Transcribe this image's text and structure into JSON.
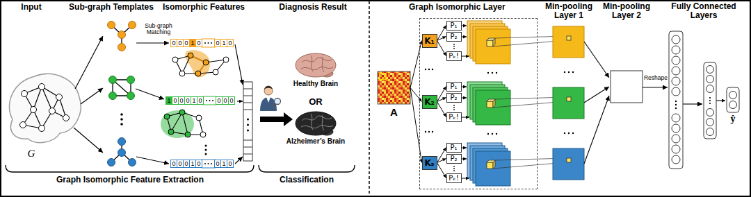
{
  "diagram": {
    "nodes": [
      {
        "text": [
          "A"
        ]
      },
      {
        "text": [
          "Graph Isomorphic Layer"
        ]
      },
      {
        "text": [
          "K₁"
        ],
        "in": 1
      },
      {
        "text": [
          "P₁"
        ],
        "in": 1
      },
      {
        "text": [
          "P₂"
        ],
        "in": 1
      },
      {
        "text": [
          "Pₖ!"
        ],
        "in": 1
      },
      {
        "text": [
          "K₂"
        ],
        "in": 1
      },
      {
        "text": [
          "P₁"
        ],
        "in": 1
      },
      {
        "text": [
          "P₂"
        ],
        "in": 1
      },
      {
        "text": [
          "Pₖ!"
        ],
        "in": 1
      },
      {
        "text": [
          "Kₛ"
        ],
        "in": 1
      },
      {
        "text": [
          "P₁"
        ],
        "in": 1
      },
      {
        "text": [
          "P₂"
        ],
        "in": 1
      },
      {
        "text": [
          "Pₖ!"
        ],
        "in": 1
      }
    ],
    "edges": [
      {
        "from": 0,
        "to": 2,
        "arrow": "to"
      },
      {
        "from": 0,
        "to": 6,
        "arrow": "to"
      },
      {
        "from": 0,
        "to": 10,
        "arrow": "to"
      },
      {
        "from": 2,
        "to": 3,
        "arrow": "to"
      },
      {
        "from": 2,
        "to": 4,
        "arrow": "to"
      },
      {
        "from": 2,
        "to": 5,
        "arrow": "to"
      },
      {
        "from": 6,
        "to": 7,
        "arrow": "to"
      },
      {
        "from": 6,
        "to": 8,
        "arrow": "to"
      },
      {
        "from": 6,
        "to": 9,
        "arrow": "to"
      },
      {
        "from": 10,
        "to": 11,
        "arrow": "to"
      },
      {
        "from": 10,
        "to": 12,
        "arrow": "to"
      },
      {
        "from": 10,
        "to": 13,
        "arrow": "to"
      }
    ],
    "labels": [
      "Input",
      "Sub-graph Templates",
      "Isomorphic Features",
      "Diagnosis Result",
      "Sub-graph Matching",
      "G",
      "0",
      "0",
      "0",
      "1",
      "0",
      "0",
      "1",
      "0",
      "1",
      "0",
      "0",
      "0",
      "1",
      "0",
      "0",
      "0",
      "0",
      "0",
      "0",
      "0",
      "1",
      "0",
      "0",
      "1",
      "0",
      "Healthy Brain",
      "OR",
      "Alzheimer’s Brain",
      "Graph Isomorphic Feature Extraction",
      "Classification",
      "Min-pooling Layer 1",
      "Min-pooling Layer 2",
      "Fully Connected Layers",
      "Reshape",
      "ŷ"
    ]
  }
}
